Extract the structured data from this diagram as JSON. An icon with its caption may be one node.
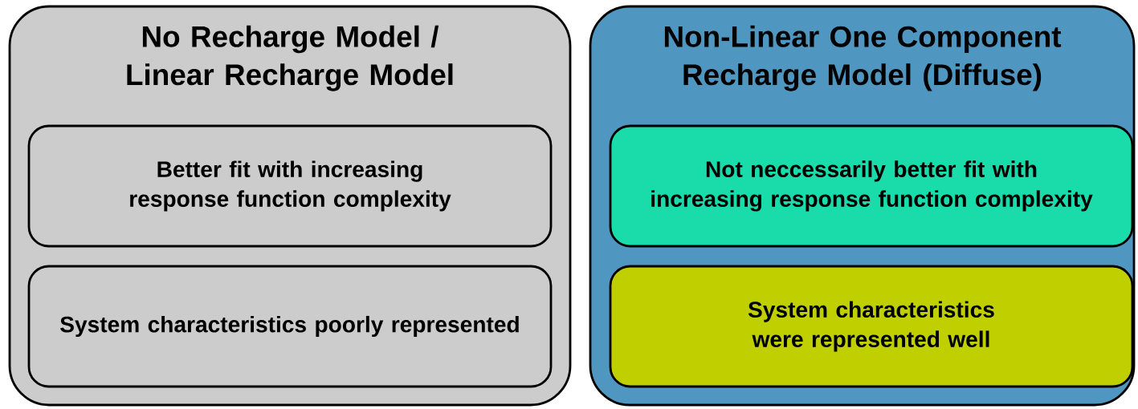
{
  "diagram": {
    "nodes": [
      {
        "text": [
          "No Recharge Model / Linear Recharge Model"
        ]
      },
      {
        "text": [
          "Better fit with increasing response function complexity"
        ],
        "in": 0
      },
      {
        "text": [
          "System characteristics poorly represented"
        ],
        "in": 0
      },
      {
        "text": [
          "Non-Linear One Component Recharge Model (Diffuse)"
        ]
      },
      {
        "text": [
          "Not neccessarily better fit with increasing response function complexity"
        ],
        "in": 3
      },
      {
        "text": [
          "System characteristics were represented well"
        ],
        "in": 3
      }
    ]
  }
}
